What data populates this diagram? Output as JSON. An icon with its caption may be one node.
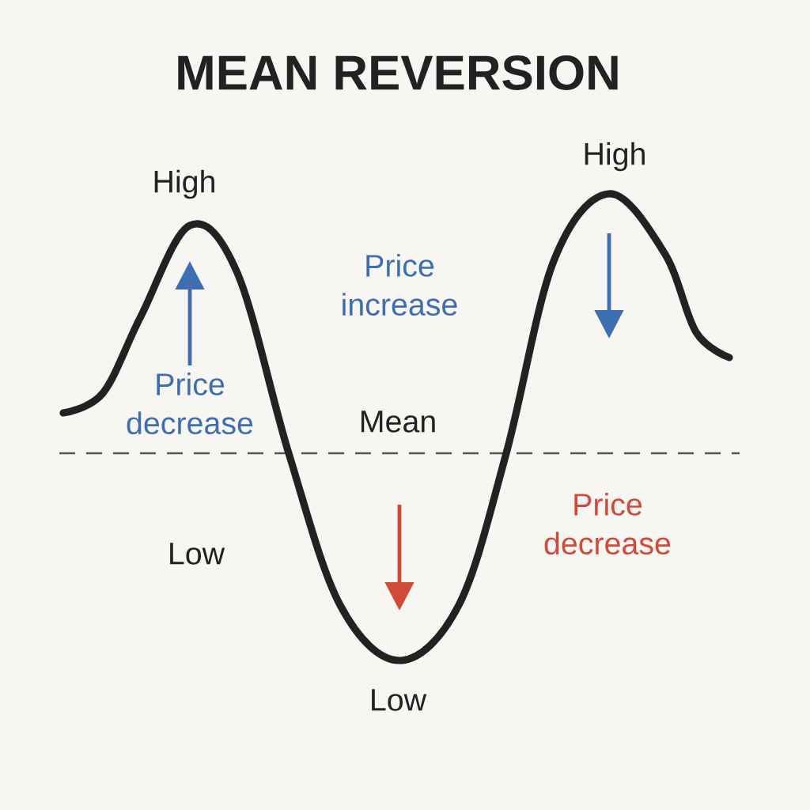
{
  "diagram": {
    "title": "MEAN REVERSION",
    "labels": [
      "High",
      "High",
      "Price increase",
      "Price decrease",
      "Mean",
      "Price decrease",
      "Low",
      "Low"
    ]
  }
}
